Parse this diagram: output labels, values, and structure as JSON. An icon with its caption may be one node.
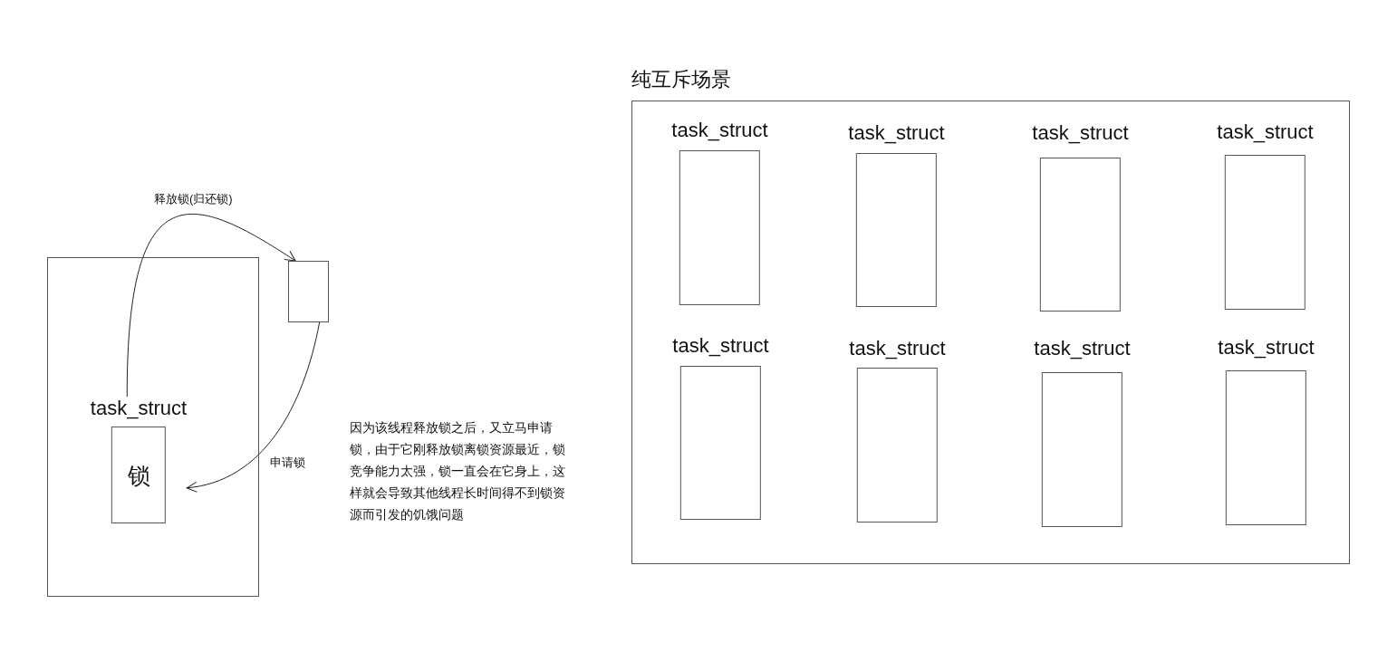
{
  "diagram": {
    "nodes": [
      {
        "text": [],
        "shape": "box"
      },
      {
        "text": [
          "task_struct",
          "锁"
        ],
        "in": 0
      },
      {
        "text": [],
        "shape": "box"
      },
      {
        "text": [
          "纯互斥场景"
        ]
      },
      {
        "text": [
          "task_struct"
        ],
        "in": 3
      },
      {
        "text": [
          "task_struct"
        ],
        "in": 3
      },
      {
        "text": [
          "task_struct"
        ],
        "in": 3
      },
      {
        "text": [
          "task_struct"
        ],
        "in": 3
      },
      {
        "text": [
          "task_struct"
        ],
        "in": 3
      },
      {
        "text": [
          "task_struct"
        ],
        "in": 3
      },
      {
        "text": [
          "task_struct"
        ],
        "in": 3
      },
      {
        "text": [
          "task_struct"
        ],
        "in": 3
      }
    ],
    "edges": [
      {
        "from": 1,
        "to": 2,
        "arrow": "to",
        "label": "释放锁(归还锁)"
      },
      {
        "from": 2,
        "to": 1,
        "arrow": "to",
        "label": "申请锁"
      }
    ],
    "labels": [
      "因为该线程释放锁之后，又立马申请锁，由于它刚释放锁离锁资源最近，锁竞争能力太强，锁一直会在它身上，这样就会导致其他线程长时间得不到锁资源而引发的饥饿问题"
    ]
  }
}
